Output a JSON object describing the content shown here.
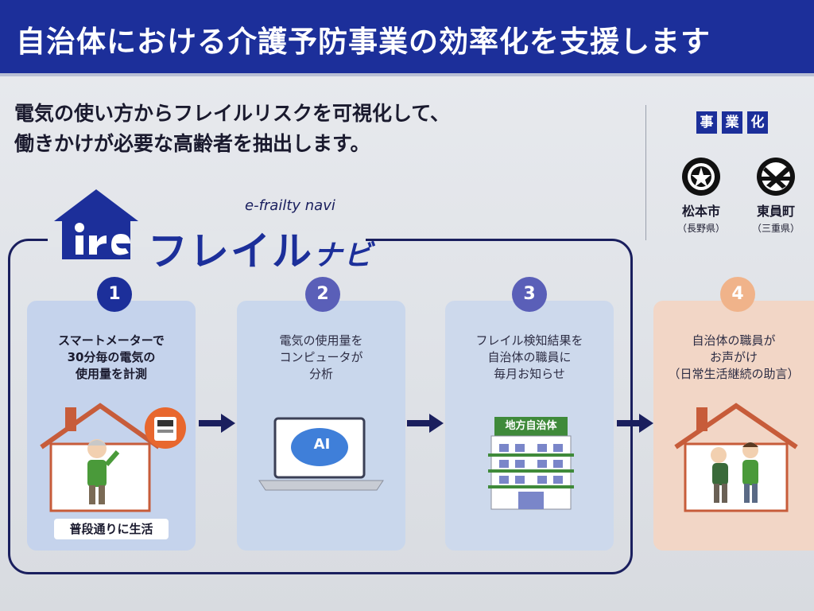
{
  "banner": {
    "title": "自治体における介護予防事業の効率化を支援します"
  },
  "lead": {
    "line1": "電気の使い方からフレイルリスクを可視化して、",
    "line2": "働きかけが必要な高齢者を抽出します。"
  },
  "business": {
    "chars": [
      "事",
      "業",
      "化"
    ],
    "municipalities": [
      {
        "name": "松本市",
        "prefecture": "（長野県）"
      },
      {
        "name": "東員町",
        "prefecture": "（三重県）"
      }
    ]
  },
  "logo": {
    "subtitle": "e-frailty navi",
    "main": "フレイル",
    "main_small": "ナビ"
  },
  "steps": [
    {
      "number": "1",
      "lines": [
        "スマートメーターで",
        "30分毎の電気の",
        "使用量を計測"
      ],
      "caption": "普段通りに生活"
    },
    {
      "number": "2",
      "lines": [
        "電気の使用量を",
        "コンピュータが",
        "分析"
      ],
      "screen_text": "AI"
    },
    {
      "number": "3",
      "lines": [
        "フレイル検知結果を",
        "自治体の職員に",
        "毎月お知らせ"
      ],
      "building_sign": "地方自治体"
    },
    {
      "number": "4",
      "lines": [
        "自治体の職員が",
        "お声がけ",
        "（日常生活継続の助言）"
      ]
    }
  ],
  "colors": {
    "banner": "#1c2f9a",
    "step1": "#1c2f9a",
    "step2": "#5a5fb8",
    "step3": "#5a5fb8",
    "step4": "#f0b38a"
  }
}
